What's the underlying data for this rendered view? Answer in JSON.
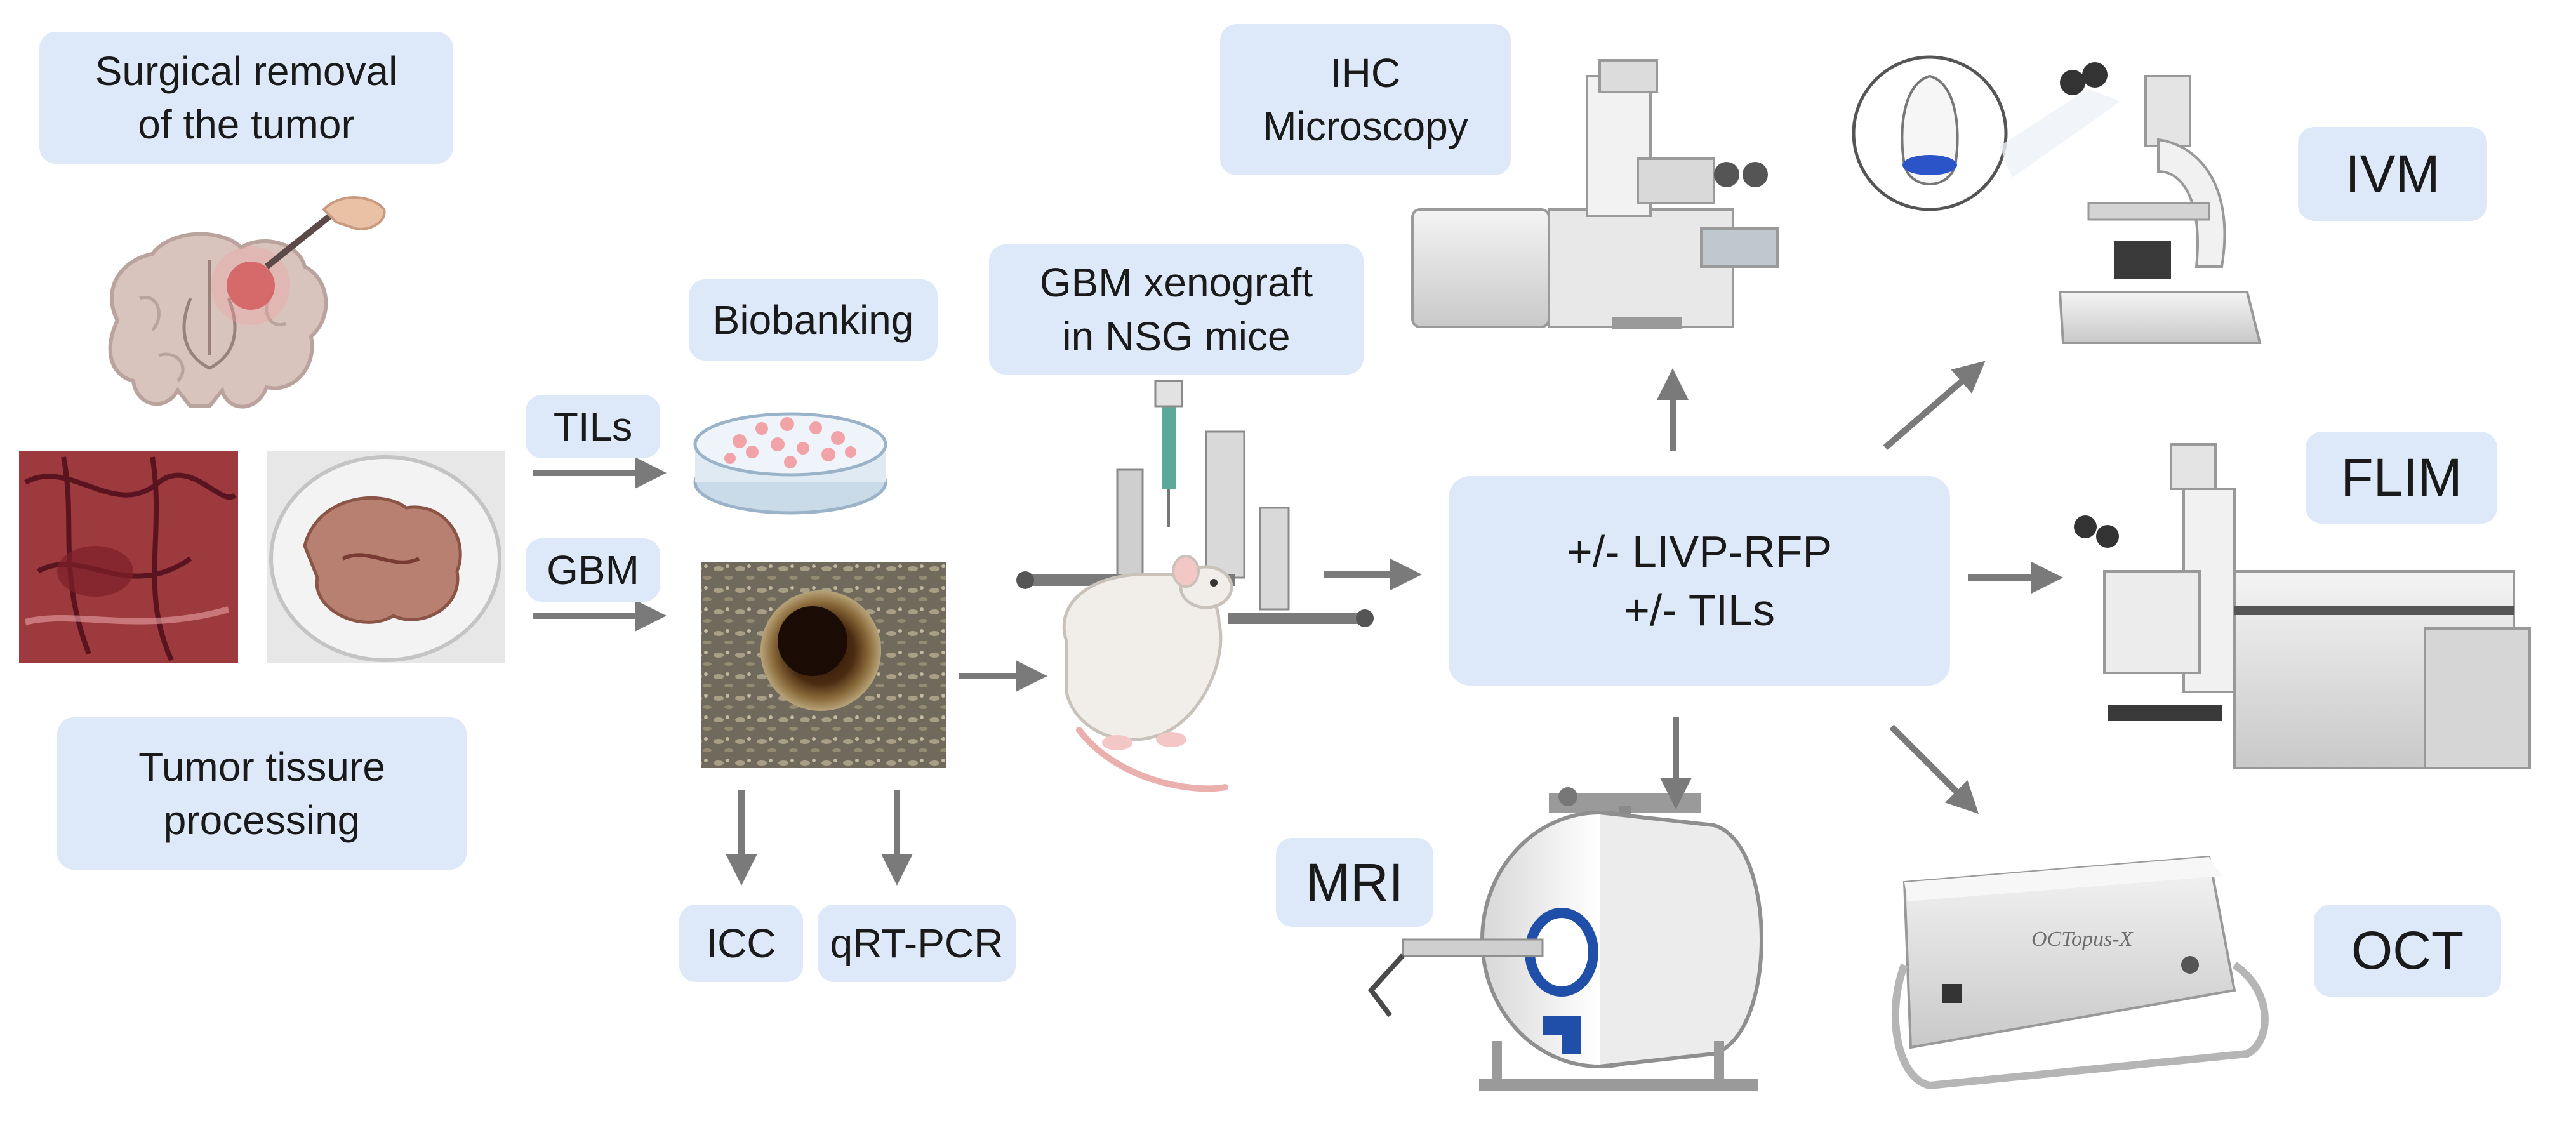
{
  "labels": {
    "surgical_removal": "Surgical removal\nof the tumor",
    "tumor_processing": "Tumor tissure\nprocessing",
    "tils": "TILs",
    "gbm": "GBM",
    "biobanking": "Biobanking",
    "icc": "ICC",
    "qrt_pcr": "qRT-PCR",
    "xenograft": "GBM xenograft\nin NSG mice",
    "ihc": "IHC\nMicroscopy",
    "treatment": "+/- LIVP-RFP\n+/- TILs",
    "ivm": "IVM",
    "flim": "FLIM",
    "oct": "OCT",
    "mri": "MRI"
  },
  "device_text": {
    "oct_brand": "OCTopus-X"
  },
  "colors": {
    "label_bg": "#dde9f8",
    "arrow": "#7a7a7a",
    "tissue_red": "#a8323a",
    "cells_pink": "#f2a3a8",
    "mri_blue": "#1f4fa8"
  },
  "icons": [
    "brain-icon",
    "scalpel-icon",
    "petri-dish-icon",
    "spheroid-image",
    "mouse-icon",
    "stereotaxic-frame-icon",
    "inverted-microscope-icon",
    "upright-microscope-icon",
    "flim-microscope-icon",
    "oct-device-icon",
    "mri-scanner-icon"
  ]
}
